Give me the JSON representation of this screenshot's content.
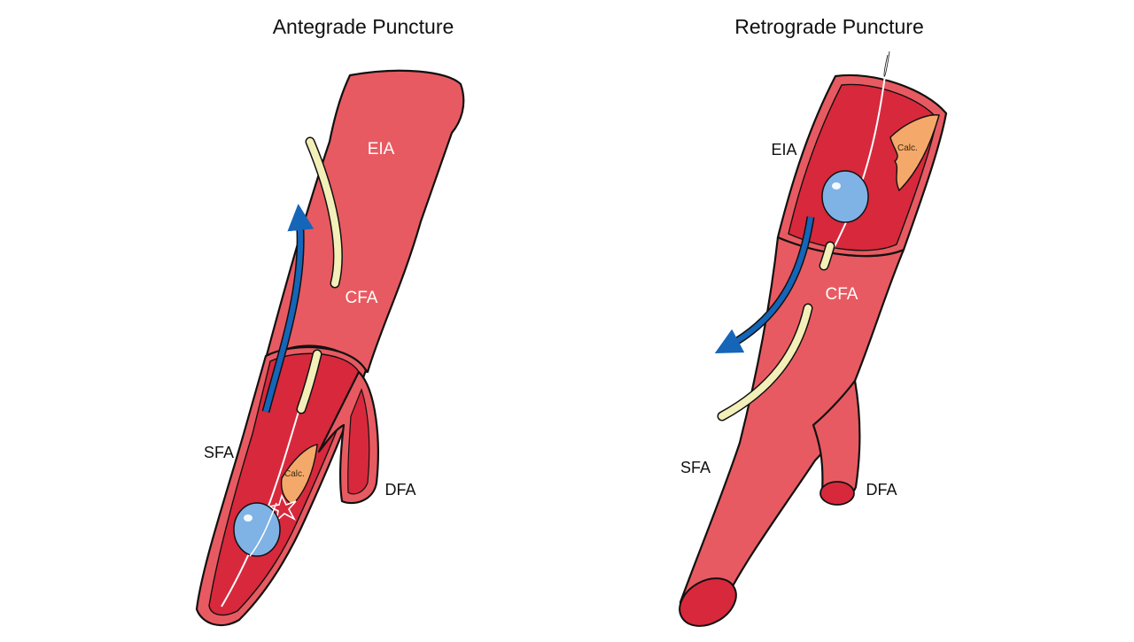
{
  "panels": {
    "antegrade": {
      "title": "Antegrade Puncture",
      "labels": {
        "eia": "EIA",
        "cfa": "CFA",
        "sfa": "SFA",
        "dfa": "DFA",
        "calc": "Calc."
      }
    },
    "retrograde": {
      "title": "Retrograde Puncture",
      "labels": {
        "eia": "EIA",
        "cfa": "CFA",
        "sfa": "SFA",
        "dfa": "DFA",
        "calc": "Calc."
      }
    }
  },
  "colors": {
    "vessel_outer": "#e85a61",
    "vessel_lumen": "#d8283c",
    "vessel_lumen_dark": "#b81c2c",
    "sheath": "#f3efb8",
    "balloon": "#7fb2e5",
    "calcification": "#f4a86a",
    "arrow": "#1565b8",
    "outline": "#111111"
  },
  "icons": {
    "flow_arrow": "arrow-icon",
    "balloon": "balloon-icon",
    "rupture": "rupture-star-icon"
  }
}
